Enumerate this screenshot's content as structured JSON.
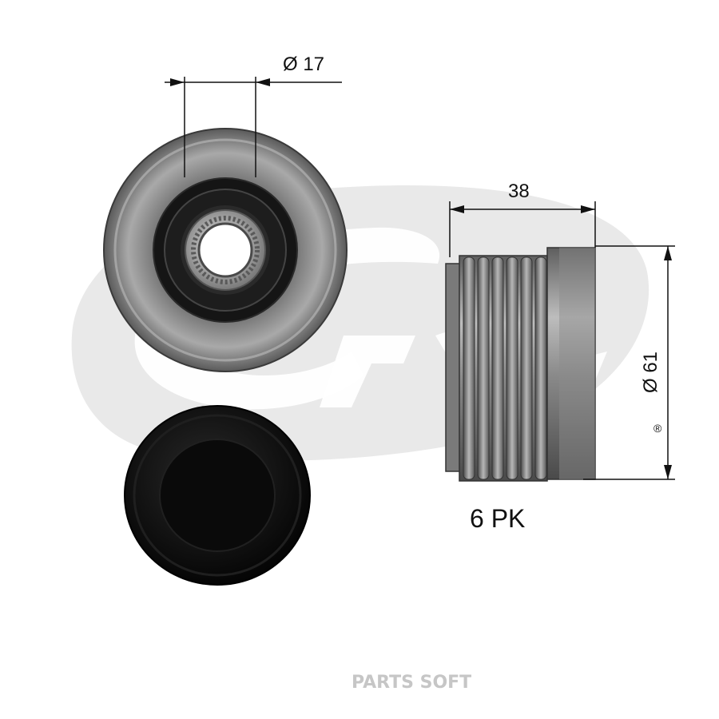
{
  "background_logo": {
    "icon": "gates-logo-watermark",
    "color": "#e7e7e7",
    "registered_mark": "®"
  },
  "dimensions": {
    "bore": "Ø 17",
    "width": "38",
    "outer_diameter": "Ø 61"
  },
  "belt_profile": "6 PK",
  "watermark": {
    "text": "PARTS SOFT",
    "color": "#c8c8c8"
  },
  "colors": {
    "metal_dark": "#3a3a3a",
    "metal_mid": "#9a9a9a",
    "metal_light": "#d0d0d0",
    "cap_black": "#0d0d0d"
  }
}
